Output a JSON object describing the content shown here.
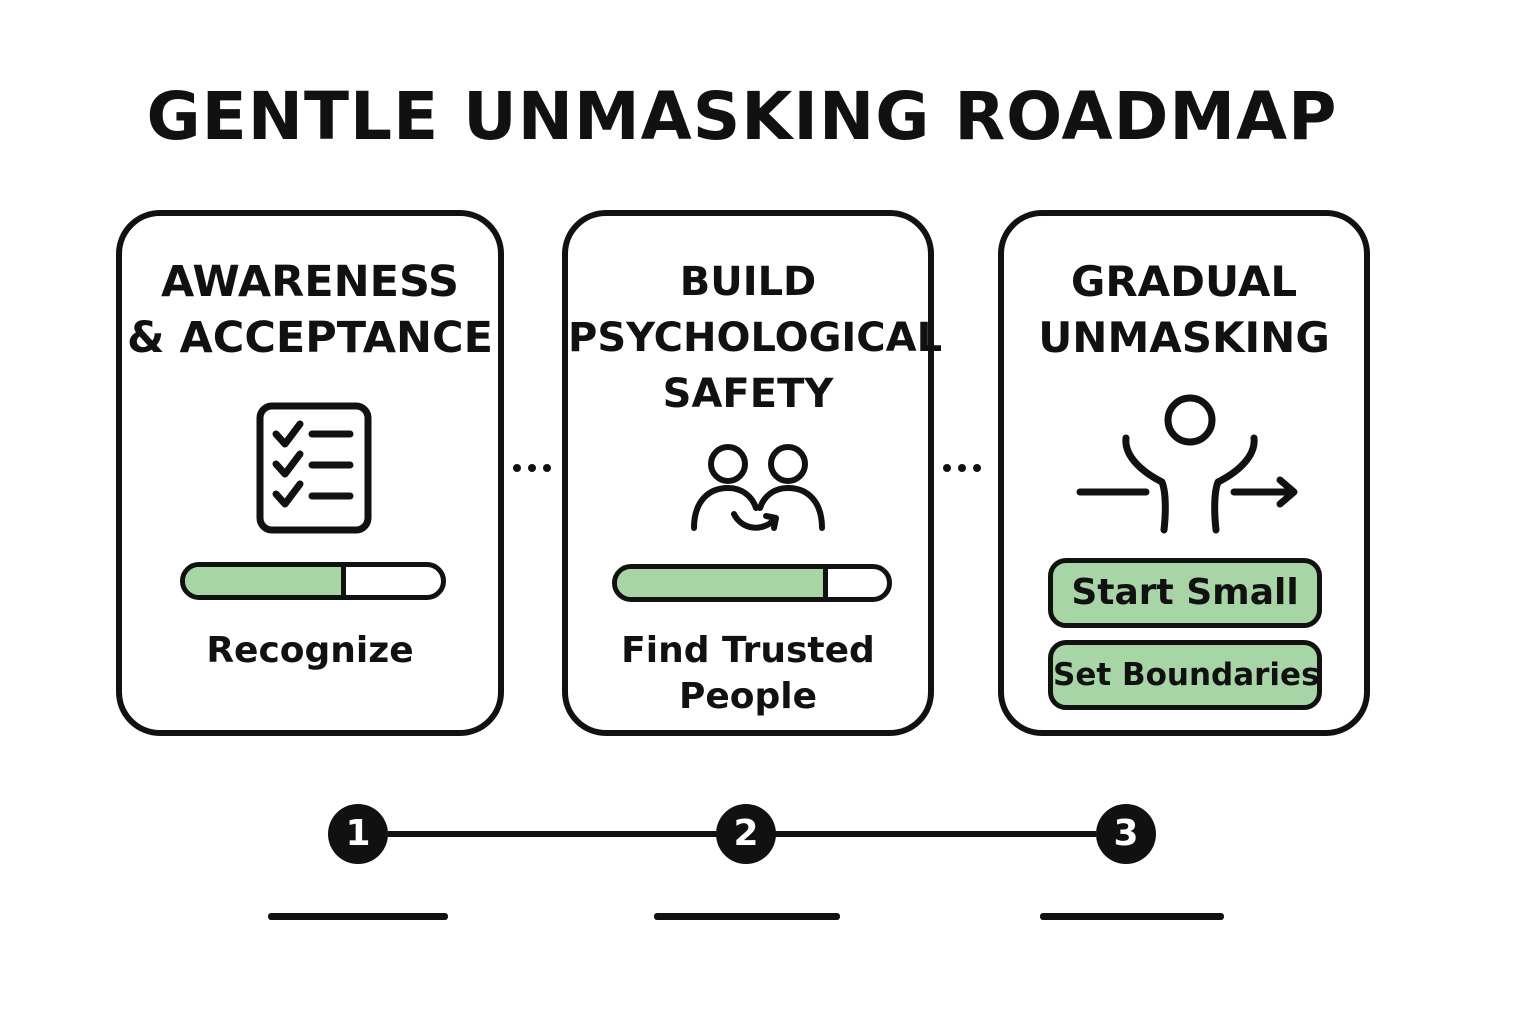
{
  "title": "GENTLE UNMASKING ROADMAP",
  "colors": {
    "accent_fill": "#a8d5a6",
    "ink": "#111111",
    "background": "#ffffff"
  },
  "cards": [
    {
      "title": "AWARENESS\n& ACCEPTANCE",
      "icon": "checklist-icon",
      "progress": 0.63,
      "caption": "Recognize"
    },
    {
      "title": "BUILD\nPSYCHOLOGICAL\nSAFETY",
      "icon": "two-people-icon",
      "progress": 0.78,
      "caption": "Find Trusted\nPeople"
    },
    {
      "title": "GRADUAL\nUNMASKING",
      "icon": "person-arms-raised-icon",
      "pills": [
        "Start Small",
        "Set Boundaries"
      ]
    }
  ],
  "steps": [
    "1",
    "2",
    "3"
  ]
}
